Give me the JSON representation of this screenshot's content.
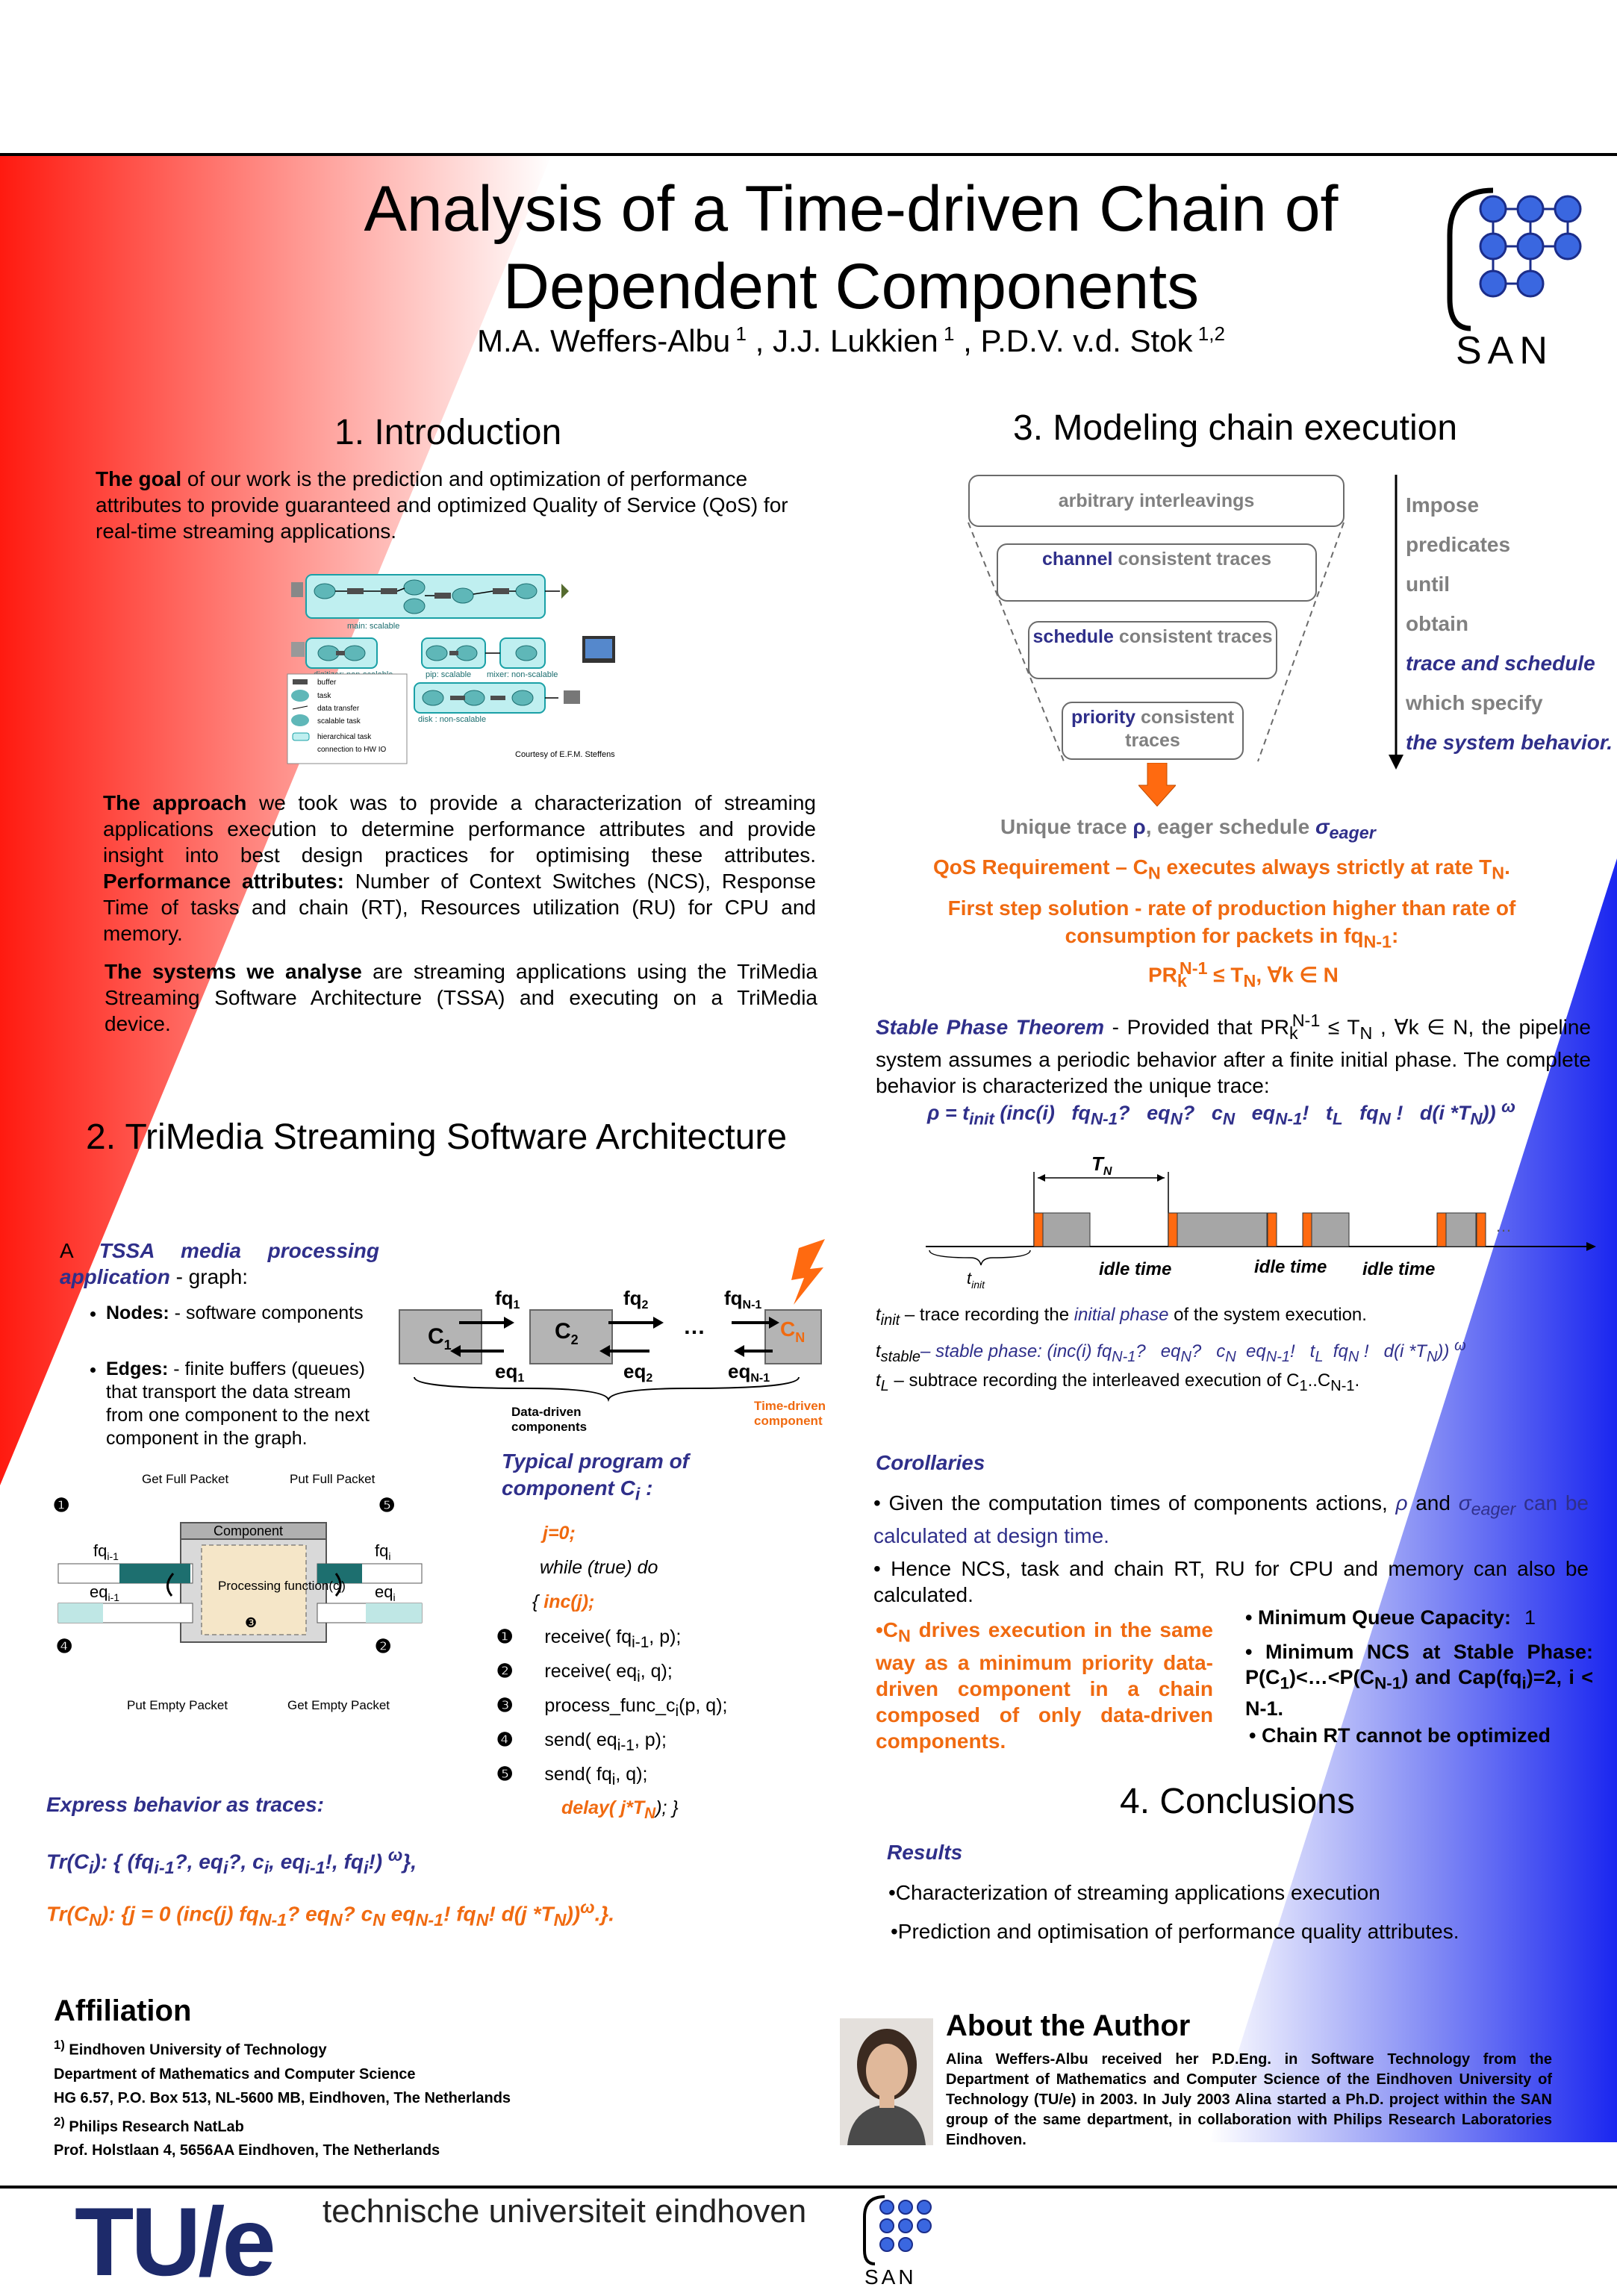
{
  "header": {
    "title_line1": "Analysis of a Time-driven Chain  of",
    "title_line2": "Dependent Components",
    "authors": [
      "M.A. Weffers-Albu",
      "1",
      ", J.J. Lukkien",
      "1",
      ", P.D.V. v.d. Stok",
      "1,2"
    ],
    "logo_text": "SAN"
  },
  "intro": {
    "heading": "1. Introduction",
    "goal_lead": "The goal",
    "goal_text": " of our work is the prediction and optimization of performance attributes to provide guaranteed and optimized Quality of Service (QoS) for real-time streaming applications.",
    "approach_lead": "The approach",
    "approach_text": " we took was to provide a characterization of streaming applications execution to determine performance attributes and provide insight into best design practices for optimising these attributes.",
    "perf_lead": "Performance attributes:",
    "perf_text": " Number of Context Switches (NCS), Response Time of tasks and chain (RT),  Resources utilization  (RU) for CPU and memory.",
    "systems_lead": "The systems we analyse",
    "systems_text": " are streaming applications using the TriMedia Streaming Software Architecture (TSSA) and executing on a TriMedia device.",
    "figure": {
      "main_label": "main: scalable",
      "digitizer_label": "digitizer: non-scalable",
      "pip_label": "pip: scalable",
      "mixer_label": "mixer: non-scalable",
      "disk_label": "disk : non-scalable",
      "legend": [
        "buffer",
        "task",
        "data transfer",
        "scalable task",
        "hierarchical task",
        "connection to HW IO"
      ],
      "courtesy": "Courtesy of E.F.M. Steffens"
    }
  },
  "tssa": {
    "heading": "2. TriMedia Streaming Software Architecture",
    "intro_a": "A ",
    "intro_blue": "TSSA media processing application",
    "intro_rest": " - graph:",
    "nodes_lead": "Nodes:",
    "nodes_text": " - software components",
    "edges_lead": "Edges:",
    "edges_text": " - finite buffers (queues) that transport the data stream from one component to the next component in the graph.",
    "chain": {
      "c1": "C",
      "c1_sub": "1",
      "c2": "C",
      "c2_sub": "2",
      "dots": "…",
      "cn": "C",
      "cn_sub": "N",
      "fq1": "fq",
      "fq1_sub": "1",
      "fq2": "fq",
      "fq2_sub": "2",
      "fqn": "fq",
      "fqn_sub": "N-1",
      "eq1": "eq",
      "eq1_sub": "1",
      "eq2": "eq",
      "eq2_sub": "2",
      "eqn": "eq",
      "eqn_sub": "N-1",
      "data_driven": "Data-driven components",
      "time_driven": "Time-driven component"
    },
    "component_fig": {
      "get_full": "Get Full Packet",
      "put_full": "Put Full Packet",
      "put_empty": "Put Empty Packet",
      "get_empty": "Get Empty Packet",
      "component": "Component",
      "processing": "Processing function(c",
      "processing_sub": "i",
      "processing_end": ")",
      "fq_left": "fq",
      "fq_left_sub": "i-1",
      "eq_left": "eq",
      "eq_left_sub": "i-1",
      "fq_right": "fq",
      "fq_right_sub": "i",
      "eq_right": "eq",
      "eq_right_sub": "i",
      "marks": [
        "❶",
        "❷",
        "❸",
        "❹",
        "❺"
      ]
    },
    "program_heading": "Typical program of component C",
    "program_heading_sub": "i",
    "program_heading_end": " :",
    "code": [
      "j=0;",
      "while (true) do",
      "{     inc(j);",
      "receive( fq",
      "receive( eq",
      "process_func_c",
      "send( eq",
      "send( fq",
      "delay( j*T"
    ],
    "code_tail": [
      ", p);",
      ", q);",
      "(p, q);",
      ", p);",
      ", q);",
      "); }"
    ],
    "code_subs": [
      "i-1",
      "i",
      "i",
      "i-1",
      "i",
      "N"
    ],
    "express": "Express behavior as traces:",
    "trace_ci": "Tr(C",
    "trace_ci_body": "): { (fq",
    "trace_ci_rest": "?, eq",
    "trace_ci_rest2": "?, c",
    "trace_ci_rest3": ", eq",
    "trace_ci_rest4": "!, fq",
    "trace_ci_rest5": "!) ",
    "trace_ci_end": "},",
    "trace_cn": "Tr(C",
    "trace_cn_body": "): {j = 0 (inc(j) fq",
    "trace_cn_rest": "? eq",
    "trace_cn_rest2": "? c",
    "trace_cn_rest3": " eq",
    "trace_cn_rest4": "! fq",
    "trace_cn_rest5": "! d(j *T",
    "trace_cn_end": ".}."
  },
  "modeling": {
    "heading": "3. Modeling chain execution",
    "funnel": {
      "arbitrary": "arbitrary interleavings",
      "channel_b": "channel",
      "channel_r": " consistent traces",
      "schedule_b": "schedule",
      "schedule_r": " consistent traces",
      "priority_b": "priority",
      "priority_r": " consistent traces"
    },
    "side": [
      "Impose",
      "predicates",
      "until",
      "obtain",
      "trace and schedule",
      "which specify",
      "the system behavior."
    ],
    "unique": "Unique trace ",
    "unique_rho": "ρ",
    "unique_rest": ", eager schedule  ",
    "sigma": "σ",
    "sigma_sub": "eager",
    "qos": "QoS Requirement – C",
    "qos_sub": "N",
    "qos_rest": " executes always strictly at rate T",
    "qos_end": ".",
    "first_step": "First step solution - rate of production higher than rate of",
    "first_step2": "consumption for packets in fq",
    "first_step2_sub": "N-1",
    "first_step2_end": ":",
    "pr_line": "PR",
    "pr_sup": "N-1",
    "pr_sub": "k",
    "pr_rest": " ≤ T",
    "pr_rest2": ", ∀k ∈ N",
    "stable_lead": "Stable Phase Theorem",
    "stable_text": " -  Provided that PR",
    "stable_text2": " ≤ T",
    "stable_text3": " , ∀k ∈ N, the pipeline system assumes a periodic behavior after a finite initial phase. The complete behavior is characterized the unique trace:",
    "rho_formula": "ρ = t",
    "timeline": {
      "TN": "T",
      "TN_sub": "N",
      "idle": [
        "idle time",
        "idle time",
        "idle time"
      ],
      "tinit": "t",
      "tinit_sub": "init",
      "dots": "…"
    },
    "tinit_desc": "  – trace recording the ",
    "tinit_desc_ital": "initial phase",
    "tinit_desc_end": " of the system execution.",
    "tstable_sub": "stable",
    "tstable_desc": "– stable phase: (inc(i)   fq",
    "tl_desc": "  –  subtrace recording the interleaved execution of  C",
    "corollaries": "Corollaries",
    "cor1": "• Given the computation times of components actions, ",
    "cor1_rho": "ρ",
    "cor1_and": " and ",
    "cor1_end": " can be calculated at design time.",
    "cor2": "• Hence NCS, task and chain RT, RU for CPU and memory can also be calculated.",
    "cn_drives": "•C",
    "cn_drives_sub": "N",
    "cn_drives_rest": " drives execution in the same way  as a minimum priority data-driven component in a chain composed of only data-driven components.",
    "min_queue": "• Minimum Queue Capacity:",
    "min_queue_val": "1",
    "min_ncs": "• Minimum  NCS at Stable Phase: P(C",
    "min_ncs_rest": ")<…<P(C",
    "min_ncs_rest2": ")  and  Cap(fq",
    "min_ncs_rest3": ")=2, i < N-1.",
    "chain_rt": "• Chain RT cannot be optimized"
  },
  "conclusions": {
    "heading": "4. Conclusions",
    "results": "Results",
    "items": [
      "•Characterization of streaming applications execution",
      "•Prediction and optimisation of performance quality attributes."
    ]
  },
  "affiliation": {
    "heading": "Affiliation",
    "l1_sup": "1)",
    "l1": " Eindhoven University of Technology",
    "l2": "Department of Mathematics and Computer Science",
    "l3": "HG 6.57, P.O. Box 513, NL-5600 MB, Eindhoven, The Netherlands",
    "l4_sup": "2)",
    "l4": " Philips Research NatLab",
    "l5": "Prof. Holstlaan 4, 5656AA Eindhoven, The Netherlands"
  },
  "author": {
    "heading": "About the Author",
    "text": "Alina Weffers-Albu received her P.D.Eng. in Software Technology from the Department of Mathematics and Computer Science of the Eindhoven University of Technology (TU/e) in 2003. In July 2003 Alina started a Ph.D. project within the SAN group of the same department, in collaboration with Philips Research Laboratories Eindhoven."
  },
  "footer": {
    "tue_logo": "TU/e",
    "tue_text": "technische universiteit eindhoven",
    "san_text": "SAN"
  },
  "colors": {
    "accent_blue": "#2f2f8a",
    "accent_orange": "#f06a10",
    "gradient_red": "#ff2a1a",
    "gradient_blue": "#2233ee",
    "teal": "#6fd0d3"
  }
}
